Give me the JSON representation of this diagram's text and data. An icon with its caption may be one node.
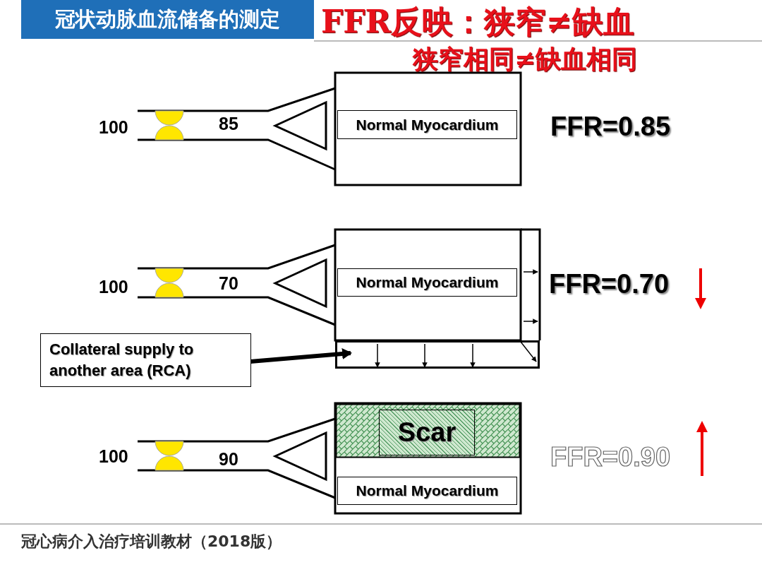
{
  "diagram": {
    "title": "冠状动脉血流储备的测定",
    "caption": "冠心病介入治疗培训教材（2018版）",
    "nodes": [
      {
        "text": [
          "Normal Myocardium"
        ]
      },
      {
        "text": [
          "Normal Myocardium"
        ]
      },
      {
        "text": [
          "Collateral supply to another area (RCA)"
        ]
      },
      {
        "text": [],
        "shape": "box"
      },
      {
        "text": [
          "Scar"
        ]
      },
      {
        "text": [
          "Normal Myocardium"
        ]
      }
    ],
    "edges": [
      {
        "from": 2,
        "to": 3,
        "arrow": "to"
      }
    ],
    "labels": [
      "FFR反映：狭窄≠缺血",
      "狭窄相同≠缺血相同",
      "100",
      "85",
      "FFR=0.85",
      "100",
      "70",
      "FFR=0.70",
      "100",
      "90",
      "FFR=0.90"
    ]
  }
}
